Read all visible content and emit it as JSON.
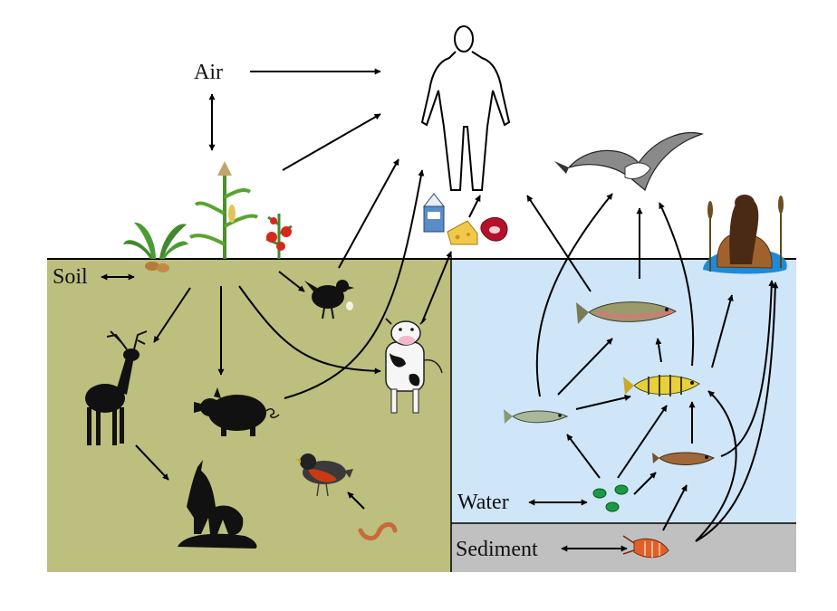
{
  "labels": {
    "air": "Air",
    "soil": "Soil",
    "water": "Water",
    "sediment": "Sediment"
  },
  "colors": {
    "soil": "#bcbf7e",
    "water": "#cfe5f8",
    "sediment": "#c0c0c0",
    "silhouette": "#111111",
    "leaf": "#3f8a2c",
    "tomato": "#d6281c"
  },
  "icons": [
    "human-outline-icon",
    "milk-carton-icon",
    "cheese-icon",
    "meat-icon",
    "gull-icon",
    "otter-icon",
    "fern-icon",
    "corn-plant-icon",
    "tomato-plant-icon",
    "hen-icon",
    "cow-icon",
    "pig-icon",
    "deer-icon",
    "wolf-icon",
    "robin-icon",
    "earthworm-icon",
    "trout-icon",
    "perch-icon",
    "minnow-icon",
    "goby-icon",
    "algae-icon",
    "crayfish-icon"
  ]
}
